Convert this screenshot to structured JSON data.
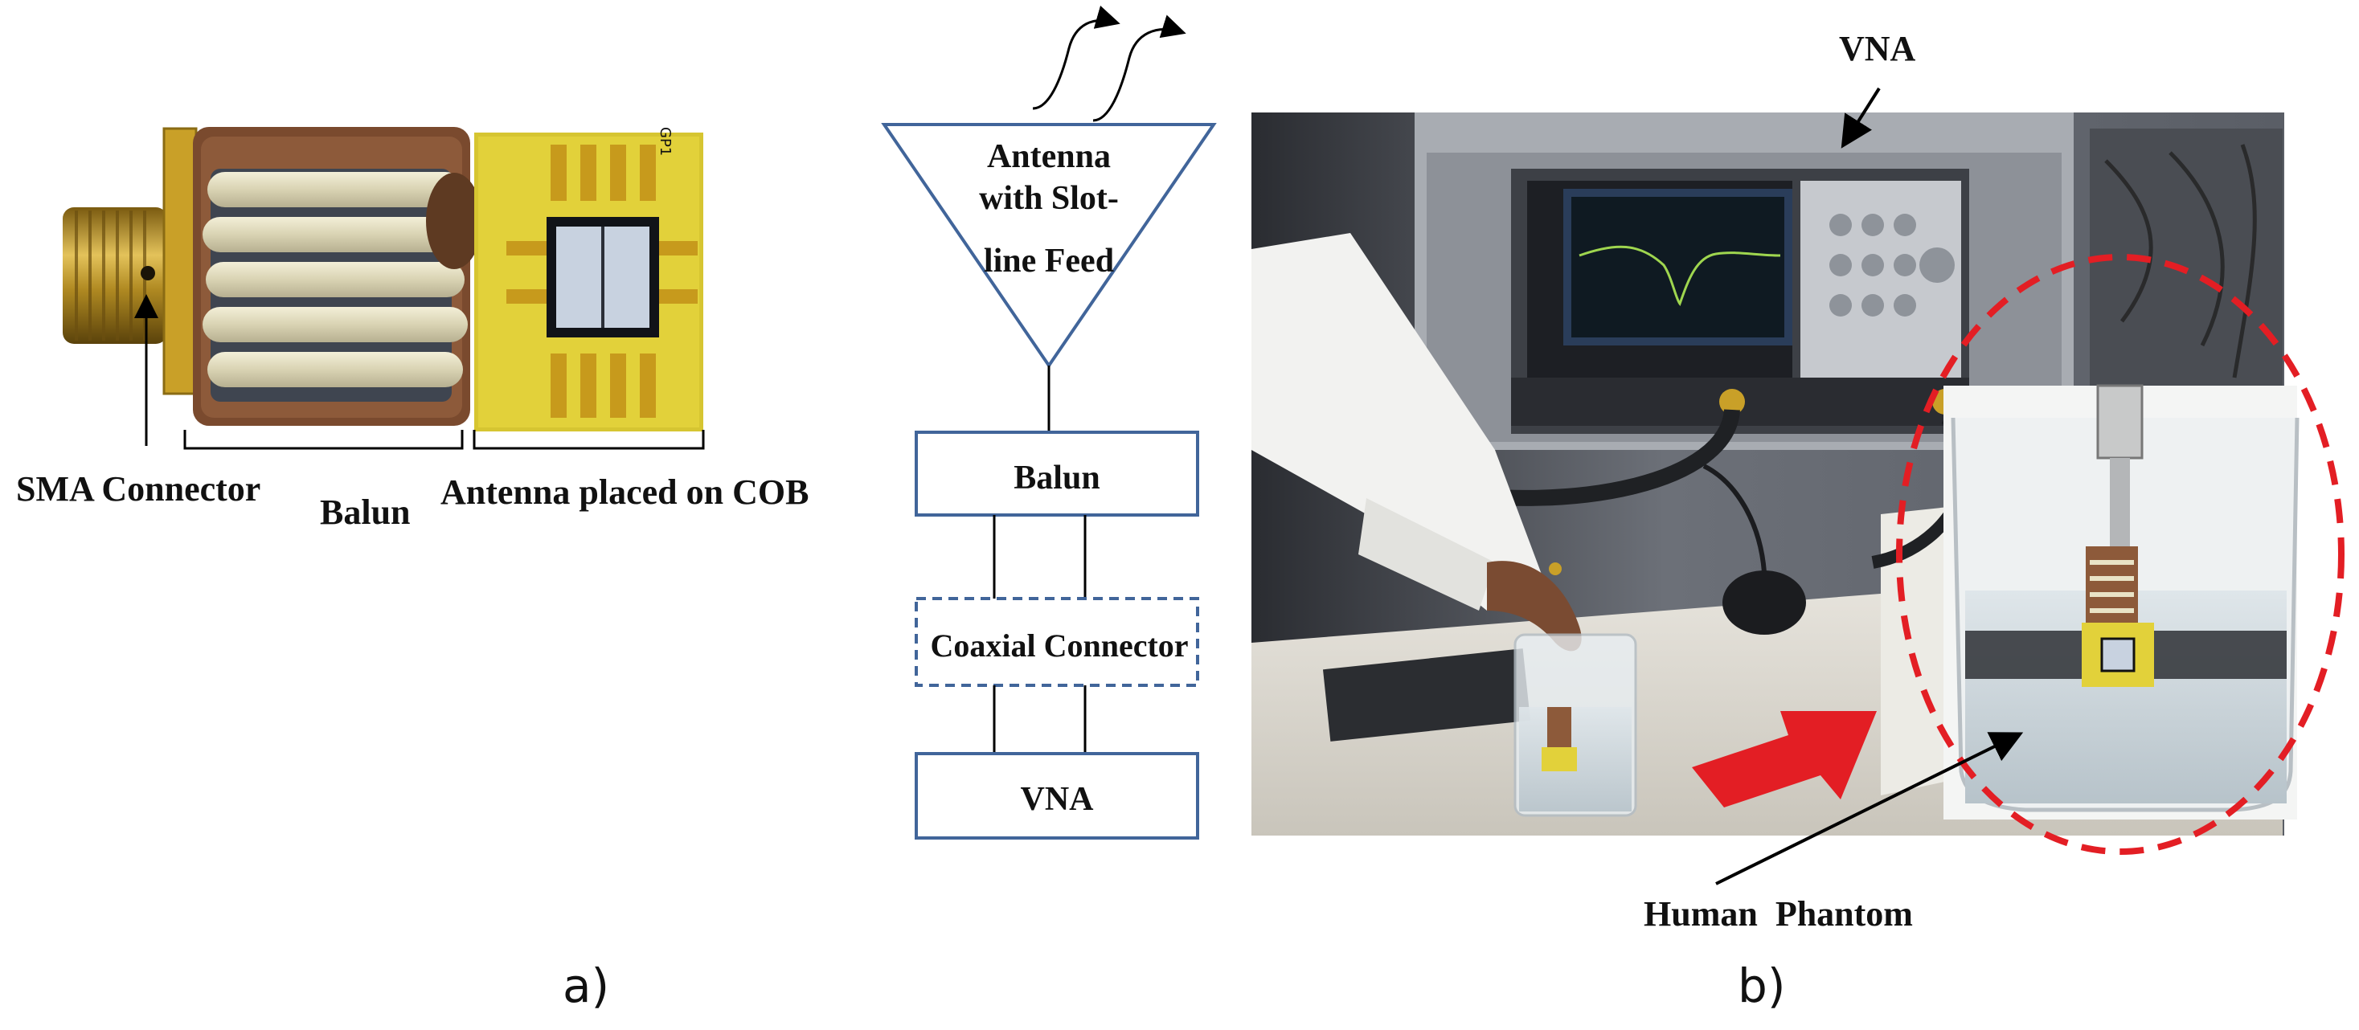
{
  "figure": {
    "panel_a": {
      "caption": "a)",
      "labels": {
        "sma": "SMA Connector",
        "balun": "Balun",
        "antenna_cob": "Antenna placed on COB"
      },
      "board_marking": "GP1"
    },
    "block_diagram": {
      "antenna": [
        "Antenna",
        "with Slot-",
        "line Feed"
      ],
      "balun": "Balun",
      "coax": "Coaxial Connector",
      "vna": "VNA"
    },
    "panel_b": {
      "caption": "b)",
      "vna_label": "VNA",
      "phantom_label": "Human  Phantom"
    },
    "colors": {
      "block_border": "#41659a",
      "callout_red": "#e31e24",
      "gold": "#d7b233"
    }
  }
}
